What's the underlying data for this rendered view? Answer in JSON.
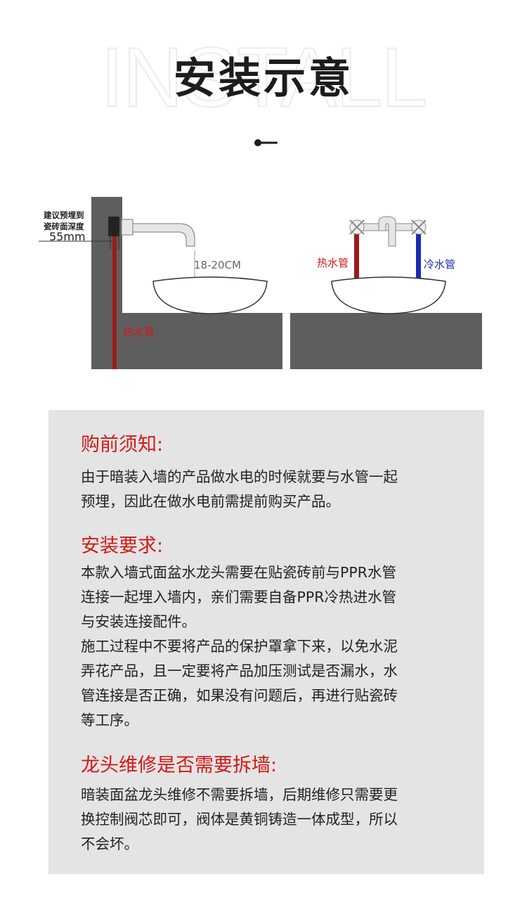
{
  "header": {
    "bg_word": "INSTALL",
    "title": "安装示意"
  },
  "diagram": {
    "left": {
      "depth_note_line1": "建议预埋到",
      "depth_note_line2": "瓷砖面深度",
      "depth_value": "55mm",
      "height_label": "18-20CM",
      "pipe_label": "热水管"
    },
    "right": {
      "hot_label": "热水管",
      "cold_label": "冷水管"
    }
  },
  "notice": {
    "section1": {
      "title": "购前须知:",
      "lines": [
        "由于暗装入墙的产品做水电的时候就要与水管一起",
        "预埋，因此在做水电前需提前购买产品。"
      ]
    },
    "section2": {
      "title": "安装要求:",
      "lines": [
        "本款入墙式面盆水龙头需要在贴瓷砖前与PPR水管",
        "连接一起埋入墙内，亲们需要自备PPR冷热进水管",
        "与安装连接配件。",
        "施工过程中不要将产品的保护罩拿下来，以免水泥",
        "弄花产品，且一定要将产品加压测试是否漏水，水",
        "管连接是否正确，如果没有问题后，再进行贴瓷砖",
        "等工序。"
      ]
    },
    "section3": {
      "title": "龙头维修是否需要拆墙:",
      "lines": [
        "暗装面盆龙头维修不需要拆墙，后期维修只需要更",
        "换控制阀芯即可，阀体是黄铜铸造一体成型，所以",
        "不会坏。"
      ]
    }
  },
  "colors": {
    "accent_red": "#d11a17",
    "hot_pipe": "#9b1c1c",
    "cold_pipe": "#1a2cb0",
    "wall": "#5e5e5e",
    "panel": "#e4e4e4"
  }
}
